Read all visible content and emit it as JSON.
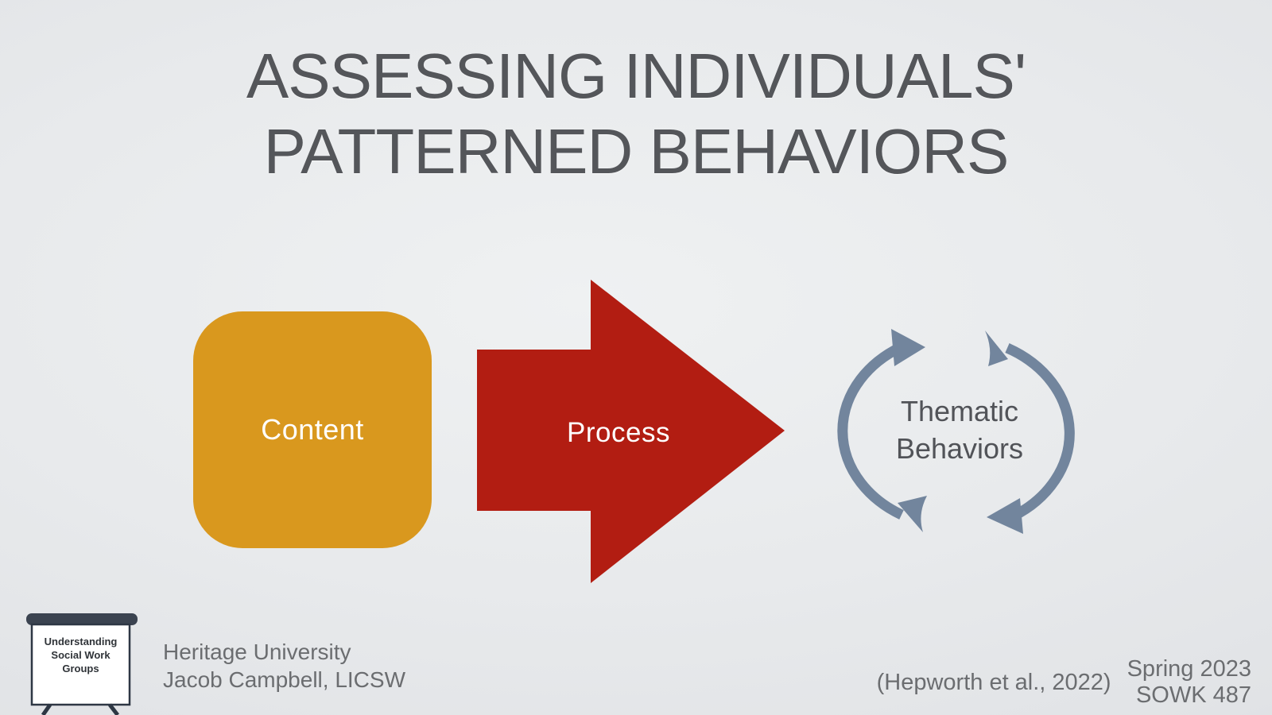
{
  "slide": {
    "title": {
      "line1": "ASSESSING INDIVIDUALS'",
      "line2": "PATTERNED BEHAVIORS",
      "color": "#54565a"
    },
    "diagram": {
      "content": {
        "label": "Content",
        "color": "#d9981e"
      },
      "process": {
        "label": "Process",
        "color": "#b21d12"
      },
      "thematic": {
        "line1": "Thematic",
        "line2": "Behaviors",
        "arrows_color": "#72859d"
      }
    },
    "icons": {
      "process": "right-arrow-shape",
      "thematic": "circular-cycle-arrows",
      "footer_logo": "flipchart-easel"
    },
    "footer": {
      "flipchart": {
        "line1": "Understanding",
        "line2": "Social Work",
        "line3": "Groups"
      },
      "presenter": {
        "line1": "Heritage University",
        "line2": "Jacob Campbell, LICSW"
      },
      "citation": "(Hepworth et al., 2022)",
      "term": "Spring 2023",
      "course": "SOWK 487"
    }
  }
}
